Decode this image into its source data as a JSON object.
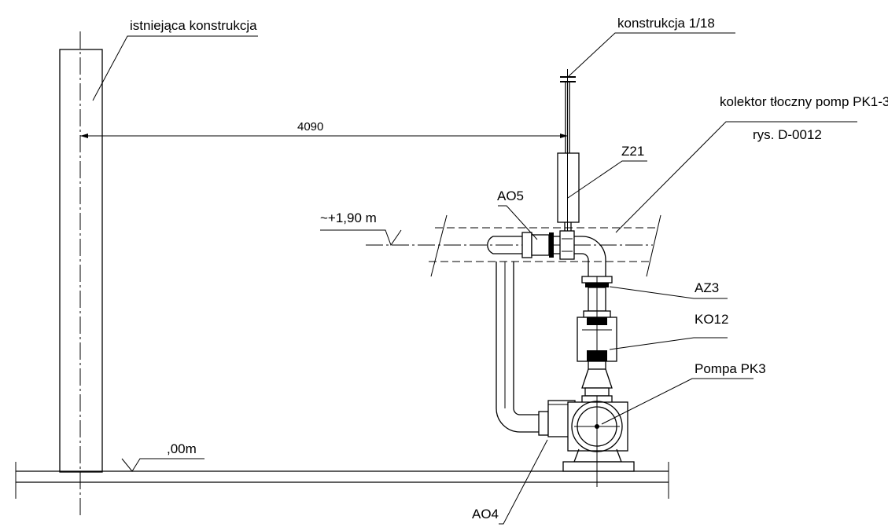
{
  "labels": {
    "existing_structure": "istniejąca konstrukcja",
    "structure_ref": "konstrukcja 1/18",
    "collector": "kolektor tłoczny pomp PK1-3",
    "drawing_ref": "rys. D-0012",
    "dimension": "4090",
    "elevation_top": "~+1,90 m",
    "elevation_floor": ",00m",
    "z21": "Z21",
    "ao5": "AO5",
    "az3": "AZ3",
    "ko12": "KO12",
    "pump": "Pompa PK3",
    "ao4": "AO4"
  }
}
